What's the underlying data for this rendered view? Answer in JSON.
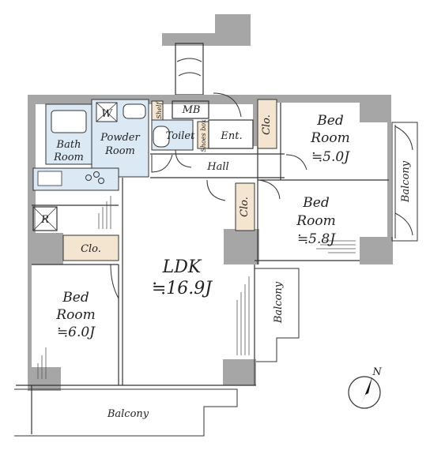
{
  "rooms": {
    "bath": [
      "Bath",
      "Room"
    ],
    "powder": [
      "Powder",
      "Room"
    ],
    "toilet": "Toilet",
    "shelf": "Shelf",
    "mb": "MB",
    "shoes_box": "Shoes box",
    "ent": "Ent.",
    "hall": "Hall",
    "bed_a": {
      "name": [
        "Bed",
        "Room"
      ],
      "size": "≒5.0J"
    },
    "bed_b": {
      "name": [
        "Bed",
        "Room"
      ],
      "size": "≒5.8J"
    },
    "bed_c": {
      "name": [
        "Bed",
        "Room"
      ],
      "size": "≒6.0J"
    },
    "ldk": {
      "name": "LDK",
      "size": "≒16.9J"
    },
    "clo_top": "Clo.",
    "clo_mid": "Clo.",
    "clo_left": "Clo.",
    "balcony_right": "Balcony",
    "balcony_mid": "Balcony",
    "balcony_bottom": "Balcony",
    "fridge": "R",
    "washer": "W"
  },
  "compass": {
    "letter": "N"
  },
  "colors": {
    "wall": "#a6a6a6",
    "wet_area": "#dbe9f5",
    "closet": "#f3e5cf",
    "line": "#333333"
  }
}
